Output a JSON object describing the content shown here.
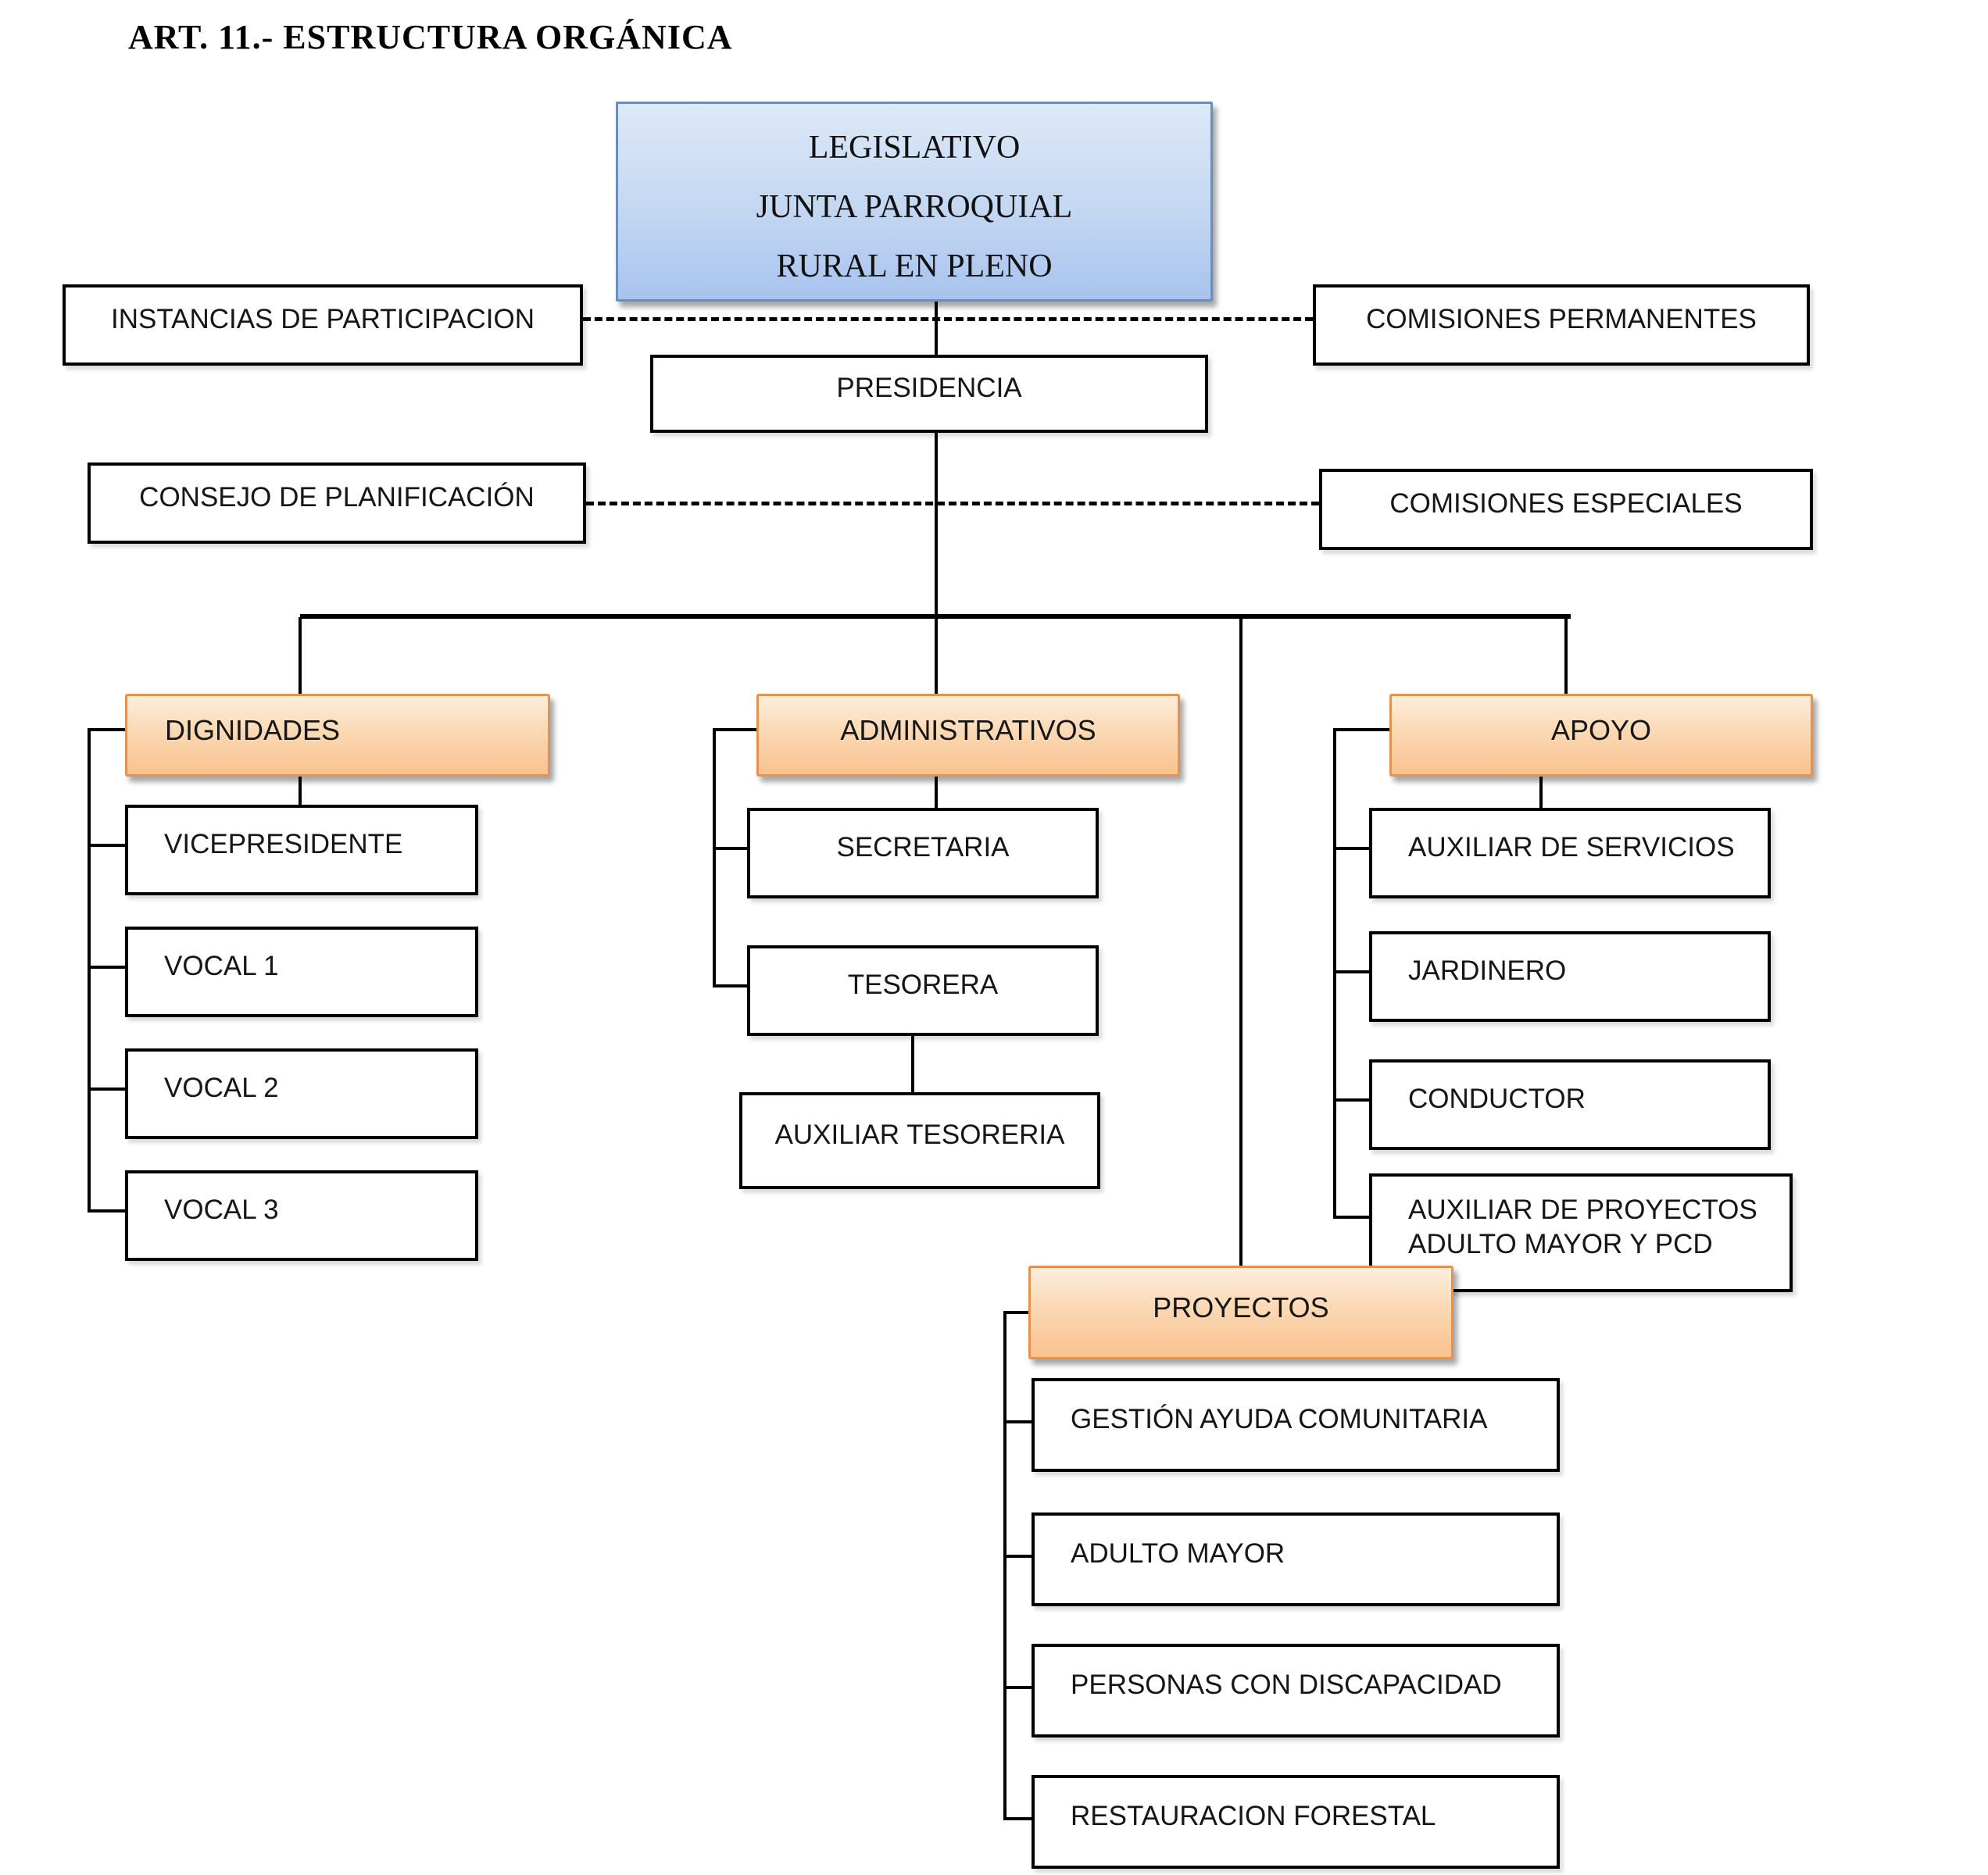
{
  "title": "ART. 11.- ESTRUCTURA ORGÁNICA",
  "root": {
    "lines": [
      "LEGISLATIVO",
      "JUNTA PARROQUIAL",
      "RURAL EN PLENO"
    ]
  },
  "presidencia": {
    "label": "PRESIDENCIA"
  },
  "side_boxes": {
    "instancias_participacion": "INSTANCIAS DE PARTICIPACION",
    "comisiones_permanentes": "COMISIONES PERMANENTES",
    "consejo_planificacion": "CONSEJO DE PLANIFICACIÓN",
    "comisiones_especiales": "COMISIONES ESPECIALES"
  },
  "branches": [
    {
      "label": "DIGNIDADES",
      "children": [
        "VICEPRESIDENTE",
        "VOCAL 1",
        "VOCAL 2",
        "VOCAL 3"
      ]
    },
    {
      "label": "ADMINISTRATIVOS",
      "children": [
        "SECRETARIA",
        "TESORERA"
      ],
      "grandchild": "AUXILIAR TESORERIA"
    },
    {
      "label": "APOYO",
      "children": [
        "AUXILIAR DE SERVICIOS",
        "JARDINERO",
        "CONDUCTOR",
        "AUXILIAR DE PROYECTOS ADULTO MAYOR Y PCD"
      ]
    },
    {
      "label": "PROYECTOS",
      "children": [
        "GESTIÓN AYUDA COMUNITARIA",
        "ADULTO MAYOR",
        "PERSONAS CON DISCAPACIDAD",
        "RESTAURACION FORESTAL"
      ]
    }
  ],
  "colors": {
    "background": "#ffffff",
    "root_fill_top": "#dde9f8",
    "root_fill_bottom": "#a8c3ee",
    "root_border": "#6b8ebe",
    "branch_fill_top": "#fdeedd",
    "branch_fill_bottom": "#f9c28e",
    "branch_border": "#e8914e",
    "box_border": "#000000",
    "connector": "#000000",
    "text": "#161616"
  }
}
